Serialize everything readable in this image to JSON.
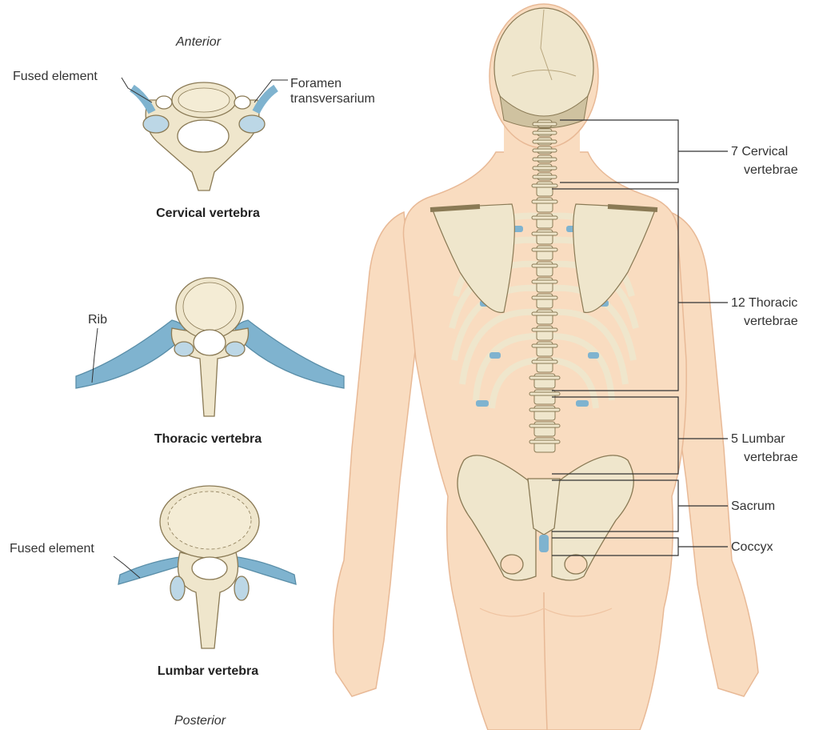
{
  "orientation": {
    "top": "Anterior",
    "bottom": "Posterior"
  },
  "vertebrae": [
    {
      "caption": "Cervical vertebra",
      "labels": [
        "Fused element",
        "Foramen transversarium"
      ]
    },
    {
      "caption": "Thoracic vertebra",
      "labels": [
        "Rib"
      ]
    },
    {
      "caption": "Lumbar vertebra",
      "labels": [
        "Fused element"
      ]
    }
  ],
  "spine_regions": [
    {
      "line1": "7 Cervical",
      "line2": "vertebrae"
    },
    {
      "line1": "12 Thoracic",
      "line2": "vertebrae"
    },
    {
      "line1": "5 Lumbar",
      "line2": "vertebrae"
    },
    {
      "line1": "Sacrum",
      "line2": ""
    },
    {
      "line1": "Coccyx",
      "line2": ""
    }
  ],
  "colors": {
    "bone": "#efe6cc",
    "bone_outline": "#8a7a55",
    "cartilage": "#7fb3cf",
    "skin": "#f9dcc0",
    "skin_outline": "#e8b996",
    "leader": "#333333"
  }
}
